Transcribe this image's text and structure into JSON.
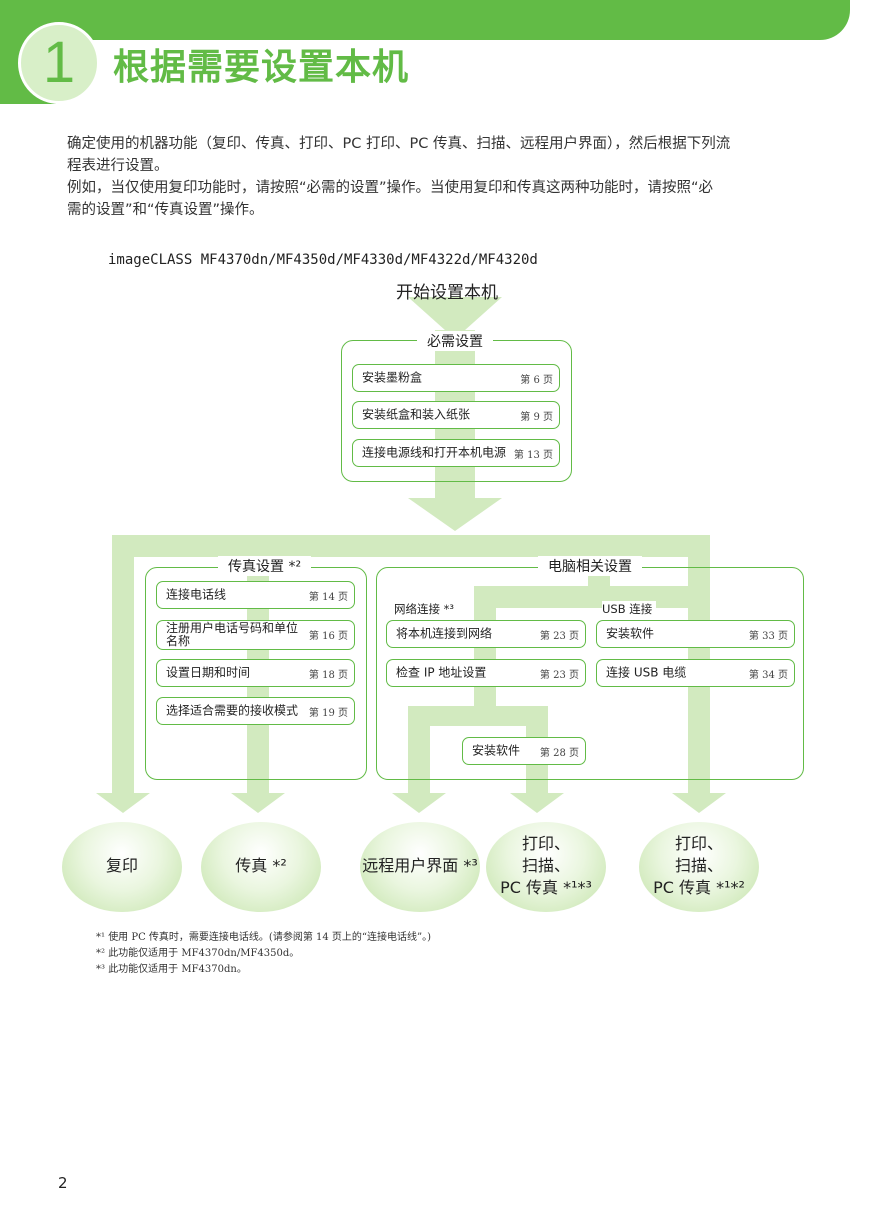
{
  "header": {
    "chapter_number": "1",
    "chapter_title": "根据需要设置本机"
  },
  "intro": {
    "line1": "确定使用的机器功能（复印、传真、打印、PC 打印、PC 传真、扫描、远程用户界面），然后根据下列流",
    "line2": "程表进行设置。",
    "line3": "例如，当仅使用复印功能时，请按照“必需的设置”操作。当使用复印和传真这两种功能时，请按照“必",
    "line4": "需的设置”和“传真设置”操作。"
  },
  "flowchart": {
    "model_line": "imageCLASS MF4370dn/MF4350d/MF4330d/MF4322d/MF4320d",
    "start_label": "开始设置本机",
    "required": {
      "title": "必需设置",
      "steps": [
        {
          "label": "安装墨粉盒",
          "page": "第 6 页"
        },
        {
          "label": "安装纸盒和装入纸张",
          "page": "第 9 页"
        },
        {
          "label": "连接电源线和打开本机电源",
          "page": "第 13 页"
        }
      ]
    },
    "fax": {
      "title": "传真设置 *²",
      "steps": [
        {
          "label": "连接电话线",
          "page": "第 14 页"
        },
        {
          "label": "注册用户电话号码和单位名称",
          "page": "第 16 页"
        },
        {
          "label": "设置日期和时间",
          "page": "第 18 页"
        },
        {
          "label": "选择适合需要的接收模式",
          "page": "第 19 页"
        }
      ]
    },
    "computer": {
      "title": "电脑相关设置",
      "network_label": "网络连接 *³",
      "usb_label": "USB 连接",
      "network_steps": [
        {
          "label": "将本机连接到网络",
          "page": "第 23 页"
        },
        {
          "label": "检查 IP 地址设置",
          "page": "第 23 页"
        }
      ],
      "usb_steps": [
        {
          "label": "安装软件",
          "page": "第 33 页"
        },
        {
          "label": "连接 USB 电缆",
          "page": "第 34 页"
        }
      ],
      "software_step": {
        "label": "安装软件",
        "page": "第 28 页"
      }
    },
    "endpoints": [
      {
        "line1": "复印",
        "line2": "",
        "line3": ""
      },
      {
        "line1": "传真 *²",
        "line2": "",
        "line3": ""
      },
      {
        "line1": "远程用户界面 *³",
        "line2": "",
        "line3": ""
      },
      {
        "line1": "打印、",
        "line2": "扫描、",
        "line3": "PC 传真 *¹*³"
      },
      {
        "line1": "打印、",
        "line2": "扫描、",
        "line3": "PC 传真 *¹*²"
      }
    ]
  },
  "footnotes": [
    "*¹ 使用 PC 传真时，需要连接电话线。(请参阅第 14 页上的“连接电话线”。)",
    "*² 此功能仅适用于 MF4370dn/MF4350d。",
    "*³ 此功能仅适用于 MF4370dn。"
  ],
  "page_number": "2",
  "colors": {
    "brand_green": "#62bb46",
    "light_green": "#d2eabf"
  }
}
